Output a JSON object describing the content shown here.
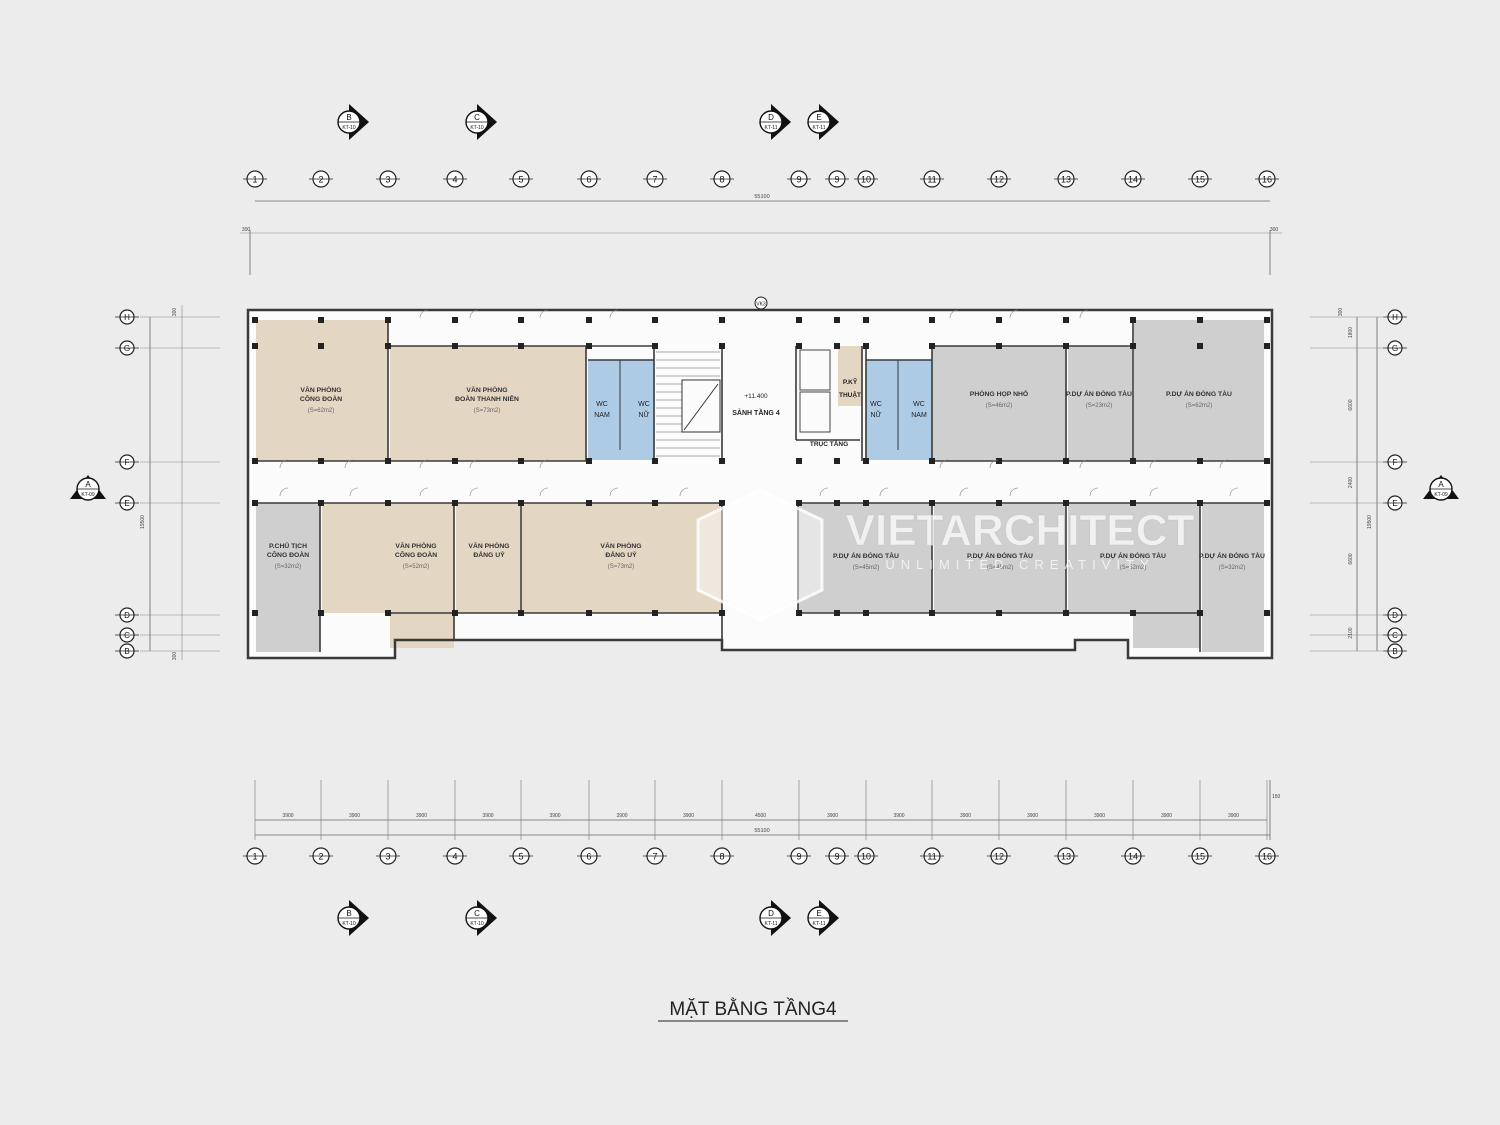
{
  "title": "MẶT BẰNG TẦNG4",
  "watermark": {
    "name": "VIETARCHITECT",
    "tagline": "UNLIMITED CREATIVITY"
  },
  "grid_columns": [
    "1",
    "2",
    "3",
    "4",
    "5",
    "6",
    "7",
    "8",
    "9",
    "9",
    "10",
    "11",
    "12",
    "13",
    "14",
    "15",
    "16"
  ],
  "grid_rows": [
    "H",
    "G",
    "F",
    "E",
    "D",
    "C",
    "B"
  ],
  "section_marks": [
    {
      "letter": "B",
      "ref": "KT-10"
    },
    {
      "letter": "C",
      "ref": "KT-10"
    },
    {
      "letter": "D",
      "ref": "KT-11"
    },
    {
      "letter": "E",
      "ref": "KT-11"
    }
  ],
  "side_section": {
    "letter": "A",
    "ref": "KT-09"
  },
  "dimensions": {
    "total": "55100",
    "edge": "300",
    "edge_bottom": "150",
    "bottom_spans": [
      "3900",
      "3900",
      "3900",
      "3900",
      "3900",
      "3900",
      "3900",
      "4500",
      "3900",
      "3900",
      "3900",
      "3900",
      "3900",
      "3900",
      "3900"
    ],
    "right_spans": [
      "1800",
      "6600",
      "2400",
      "6600",
      "2100"
    ],
    "height_total": "19500"
  },
  "level_marker": {
    "label": "VK3"
  },
  "rooms": [
    {
      "name": "VĂN PHÒNG\nCÔNG ĐOÀN",
      "area": "(S=62m2)"
    },
    {
      "name": "VĂN PHÒNG\nĐOÀN THANH NIÊN",
      "area": "(S=73m2)"
    },
    {
      "name": "PHÒNG HỌP NHỎ",
      "area": "(S=46m2)"
    },
    {
      "name": "P.DỰ ÁN ĐÓNG TÀU",
      "area": "(S=23m2)"
    },
    {
      "name": "P.DỰ ÁN ĐÓNG TÀU",
      "area": "(S=62m2)"
    },
    {
      "name": "P.CHỦ TỊCH\nCÔNG ĐOÀN",
      "area": "(S=32m2)"
    },
    {
      "name": "VĂN PHÒNG\nCÔNG ĐOÀN",
      "area": "(S=52m2)"
    },
    {
      "name": "VĂN PHÒNG\nĐẢNG UỶ",
      "area": ""
    },
    {
      "name": "VĂN PHÒNG\nĐẢNG UỶ",
      "area": "(S=73m2)"
    },
    {
      "name": "P.DỰ ÁN ĐÓNG TÀU",
      "area": "(S=45m2)"
    },
    {
      "name": "P.DỰ ÁN ĐÓNG TÀU",
      "area": "(S=45m2)"
    },
    {
      "name": "P.DỰ ÁN ĐÓNG TÀU",
      "area": "(S=52m2)"
    },
    {
      "name": "P.DỰ ÁN ĐÓNG TÀU",
      "area": "(S=32m2)"
    }
  ],
  "service": {
    "wc_nam": "WC\nNAM",
    "wc_nu": "WC\nNỮ",
    "lobby_level": "+11.400",
    "lobby": "SẢNH TẦNG 4",
    "tech_room": "P.KỸ\nTHUẬT",
    "shaft": "TRỤC TẦNG"
  },
  "colors": {
    "beige": "#e3d6c3",
    "gray": "#cfcfcf",
    "blue": "#aecbe6",
    "wall": "#3a3a3a",
    "background": "#ececec"
  }
}
